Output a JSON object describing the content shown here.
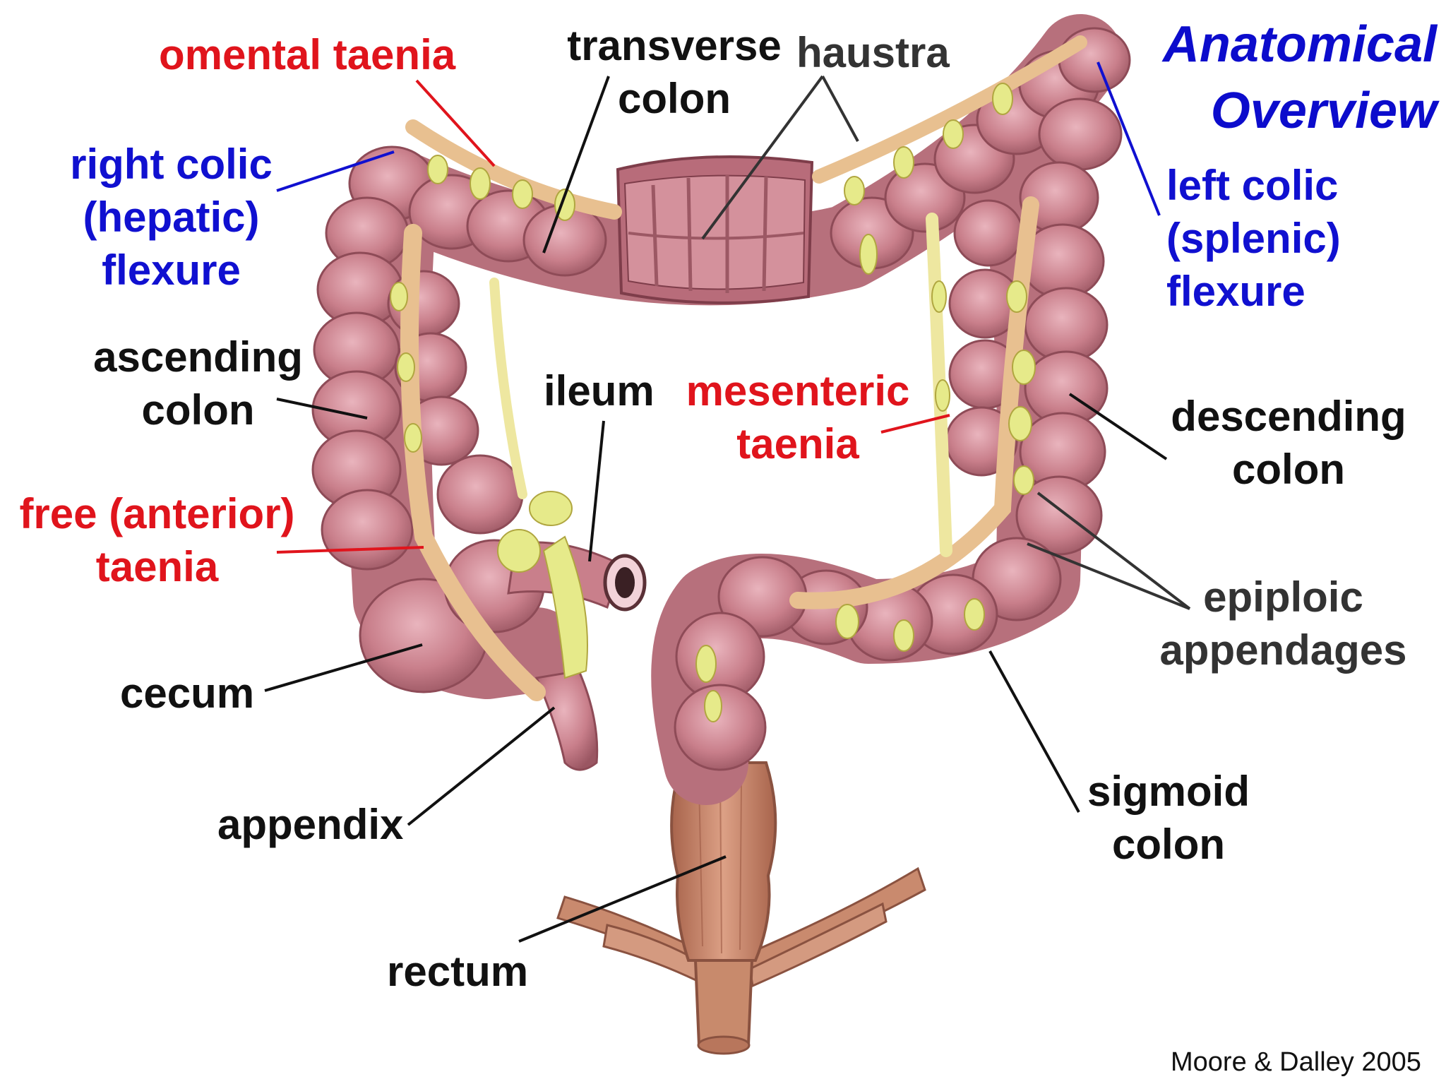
{
  "title": {
    "line1": "Anatomical",
    "line2": "Overview",
    "color": "#0c0ccc"
  },
  "credit": "Moore & Dalley 2005",
  "palette": {
    "black_label": "#111111",
    "red_label": "#e0141c",
    "blue_label": "#1010d0",
    "gray_label": "#333333",
    "colon_fill": "#c97f8b",
    "colon_edge": "#8e4b57",
    "taenia_fill": "#e8c090",
    "fat_fill": "#e6ea8a",
    "rectum_fill": "#c98a6e"
  },
  "labels": {
    "omental_taenia": "omental taenia",
    "right_colic": [
      "right colic",
      "(hepatic)",
      "flexure"
    ],
    "transverse_colon": [
      "transverse",
      "colon"
    ],
    "haustra": "haustra",
    "left_colic": [
      "left colic",
      "(splenic)",
      "flexure"
    ],
    "ascending_colon": [
      "ascending",
      "colon"
    ],
    "ileum": "ileum",
    "mesenteric_taenia": [
      "mesenteric",
      "taenia"
    ],
    "descending_colon": [
      "descending",
      "colon"
    ],
    "free_taenia": [
      "free (anterior)",
      "taenia"
    ],
    "epiploic_appendages": [
      "epiploic",
      "appendages"
    ],
    "cecum": "cecum",
    "appendix": "appendix",
    "sigmoid_colon": [
      "sigmoid",
      "colon"
    ],
    "rectum": "rectum"
  }
}
